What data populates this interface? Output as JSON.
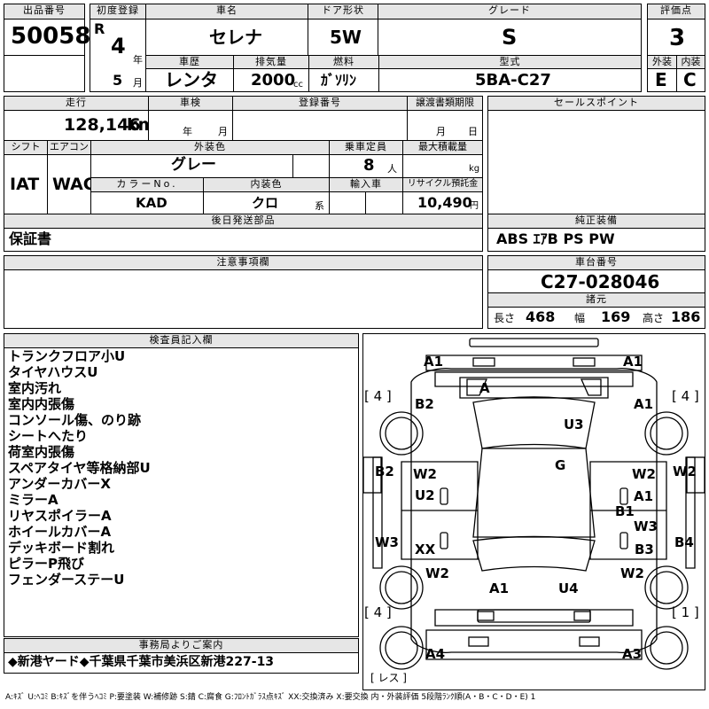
{
  "header": {
    "lot_label": "出品番号",
    "lot_number": "50058",
    "first_reg_label": "初度登録",
    "era": "R",
    "year": "4",
    "year_unit": "年",
    "month": "5",
    "month_unit": "月",
    "car_name_label": "車名",
    "car_name": "セレナ",
    "door_label": "ドア形状",
    "door": "5W",
    "grade_label": "グレード",
    "grade": "S",
    "score_label": "評価点",
    "score": "3",
    "history_label": "車歴",
    "history": "レンタ",
    "displacement_label": "排気量",
    "displacement": "2000",
    "displacement_unit": "cc",
    "fuel_label": "燃料",
    "fuel": "ｶﾞｿﾘﾝ",
    "model_code_label": "型式",
    "model_code": "5BA-C27",
    "exterior_label": "外装",
    "exterior": "E",
    "interior_label": "内装",
    "interior": "C"
  },
  "details": {
    "mileage_label": "走行",
    "mileage": "128,146",
    "mileage_unit": "km",
    "inspection_label": "車検",
    "inspection_year_unit": "年",
    "inspection_month_unit": "月",
    "reg_no_label": "登録番号",
    "transfer_label": "譲渡書類期限",
    "transfer_month_unit": "月",
    "transfer_day_unit": "日",
    "shift_label": "シフト",
    "shift": "IAT",
    "aircon_label": "エアコン",
    "aircon": "WAC",
    "color_label": "外装色",
    "color": "グレー",
    "capacity_label": "乗車定員",
    "capacity": "8",
    "capacity_unit": "人",
    "max_load_label": "最大積載量",
    "max_load_unit": "kg",
    "color_no_label": "カラーNo.",
    "color_no": "KAD",
    "interior_color_label": "内装色",
    "interior_color": "クロ",
    "interior_color_unit": "系",
    "import_label": "輸入車",
    "recycle_label": "リサイクル預託金",
    "recycle": "10,490",
    "recycle_unit": "円"
  },
  "sales_point_label": "セールスポイント",
  "later_parts_label": "後日発送部品",
  "later_parts": "保証書",
  "equipment_label": "純正装備",
  "equipment": "ABS ｴｱB PS PW",
  "notes_label": "注意事項欄",
  "chassis_label": "車台番号",
  "chassis": "C27-028046",
  "dims_label": "諸元",
  "length_label": "長さ",
  "length": "468",
  "width_label": "幅",
  "width": "169",
  "height_label": "高さ",
  "height": "186",
  "inspector_label": "検査員記入欄",
  "inspector_notes": [
    "トランクフロア小U",
    "タイヤハウスU",
    "室内汚れ",
    "室内内張傷",
    "コンソール傷、のり跡",
    "シートへたり",
    "荷室内張傷",
    "スペアタイヤ等格納部U",
    "アンダーカバーX",
    "ミラーA",
    "リヤスポイラーA",
    "ホイールカバーA",
    "デッキボード割れ",
    "ピラーP飛び",
    "フェンダーステーU"
  ],
  "office_label": "事務局よりご案内",
  "office_text": "◆新港ヤード◆千葉県千葉市美浜区新港227-13",
  "diagram": {
    "marks": {
      "a1_tl": "A1",
      "a1_tr": "A1",
      "tire_tl": "[ 4 ]",
      "tire_tr": "[ 4 ]",
      "b2_l": "B2",
      "a_hood": "A",
      "a1_r": "A1",
      "u3": "U3",
      "g_roof": "G",
      "b2_side": "B2",
      "w2_l": "W2",
      "u2_l": "U2",
      "w2_rside": "W2",
      "w2_rfar": "W2",
      "a1_side": "A1",
      "b1_side": "B1",
      "w3_side": "W3",
      "w3_l": "W3",
      "xx": "XX",
      "b3_side": "B3",
      "b4": "B4",
      "w2_lr": "W2",
      "w2_rr": "W2",
      "a1_rear": "A1",
      "u4": "U4",
      "tire_bl": "[ 4 ]",
      "tire_br": "[ 1 ]",
      "a4": "A4",
      "a3": "A3",
      "spare": "[ レス ]"
    }
  },
  "legend": "A:ｷｽﾞ U:ﾍｺﾐ B:ｷｽﾞを伴うﾍｺﾐ P:要塗装 W:補修跡 S:錆 C:腐食 G:ﾌﾛﾝﾄｶﾞﾗｽ点ｷｽﾞ XX:交換済み X:要交換 内・外装評価 5段階ﾗﾝｸ順(A・B・C・D・E) 1"
}
